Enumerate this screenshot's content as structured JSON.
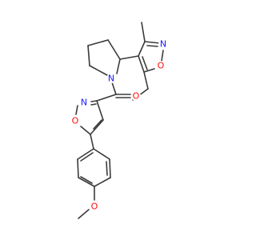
{
  "molecule": {
    "colors": {
      "bond": "#3a3a3a",
      "N": "#1a1aff",
      "O": "#ff0d0d"
    },
    "atom_labels": {
      "isoxazole_top_N": "N",
      "isoxazole_top_O": "O",
      "pyrrolidine_N": "N",
      "carbonyl_O": "O",
      "isoxazole_mid_N": "N",
      "isoxazole_mid_O": "O",
      "methoxy_O": "O"
    }
  }
}
